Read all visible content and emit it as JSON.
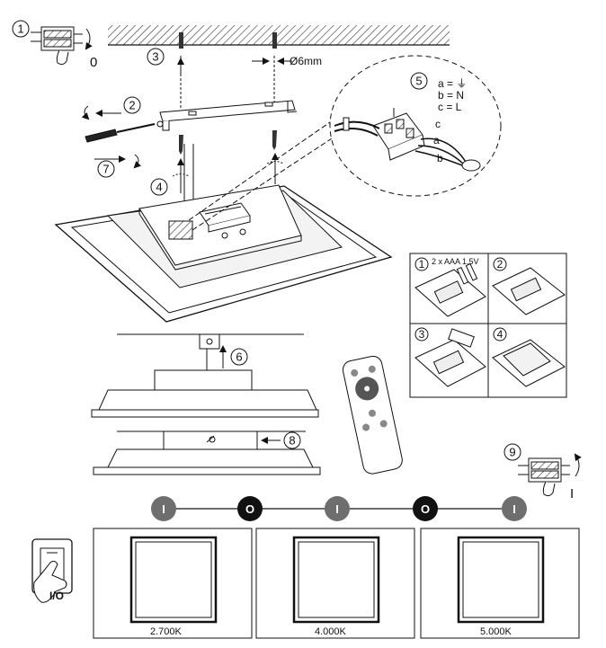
{
  "steps": {
    "s1": "1",
    "s2": "2",
    "s3": "3",
    "s4": "4",
    "s5": "5",
    "s6": "6",
    "s7": "7",
    "s8": "8",
    "s9": "9"
  },
  "breaker_off_label": "0",
  "breaker_on_label": "I",
  "drill_label": "Ø6mm",
  "wiring_legend": [
    "a = ⏚",
    "b = N",
    "c = L"
  ],
  "wire_labels": {
    "a": "a",
    "b": "b",
    "c": "c"
  },
  "battery": {
    "panel_numbers": [
      "1",
      "2",
      "3",
      "4"
    ],
    "spec": "2 x AAA 1,5V"
  },
  "sequence": [
    "I",
    "O",
    "I",
    "O",
    "I"
  ],
  "sequence_colors": {
    "I": "#6e6e6e",
    "O": "#111111"
  },
  "wall_switch_label": "I/O",
  "color_temps": [
    "2.700K",
    "4.000K",
    "5.000K"
  ]
}
